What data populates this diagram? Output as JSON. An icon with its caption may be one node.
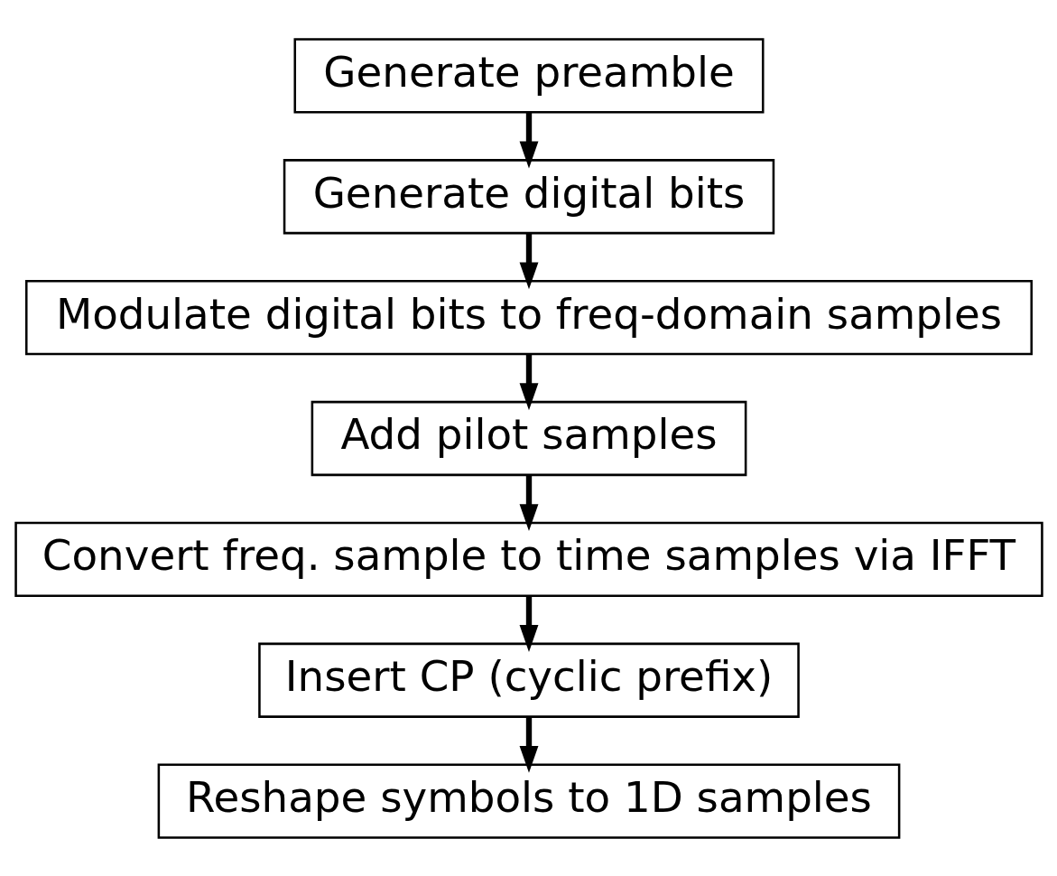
{
  "diagram": {
    "nodes": [
      {
        "text": [
          "Generate preamble"
        ]
      },
      {
        "text": [
          "Generate digital bits"
        ]
      },
      {
        "text": [
          "Modulate digital bits to freq-domain samples"
        ]
      },
      {
        "text": [
          "Add pilot samples"
        ]
      },
      {
        "text": [
          "Convert freq. sample to time samples via IFFT"
        ]
      },
      {
        "text": [
          "Insert CP (cyclic prefix)"
        ]
      },
      {
        "text": [
          "Reshape symbols to 1D samples"
        ]
      }
    ],
    "edges": [
      {
        "from": 0,
        "to": 1,
        "arrow": "to"
      },
      {
        "from": 1,
        "to": 2,
        "arrow": "to"
      },
      {
        "from": 2,
        "to": 3,
        "arrow": "to"
      },
      {
        "from": 3,
        "to": 4,
        "arrow": "to"
      },
      {
        "from": 4,
        "to": 5,
        "arrow": "to"
      },
      {
        "from": 5,
        "to": 6,
        "arrow": "to"
      }
    ]
  }
}
